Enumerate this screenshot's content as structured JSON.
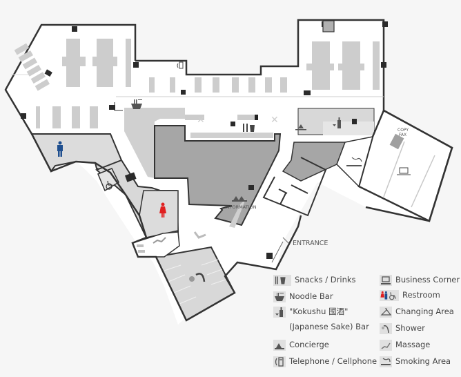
{
  "map": {
    "labels": {
      "information": "INFORMATION",
      "entrance": "ENTRANCE",
      "copy": "COPY",
      "fax": "FAX"
    },
    "colors": {
      "background": "#f6f6f6",
      "wall": "#333333",
      "room_light": "#d8d8d8",
      "room_mid": "#a8a8a8",
      "furniture": "#c8c8c8",
      "pillar": "#2a2a2a",
      "restroom_men": "#1f4f8f",
      "restroom_women": "#e02020"
    }
  },
  "legend": {
    "left": [
      {
        "icon": "snacks-drinks-icon",
        "label": "Snacks / Drinks"
      },
      {
        "icon": "noodle-bar-icon",
        "label": "Noodle Bar"
      },
      {
        "icon": "sake-bar-icon",
        "label": "\"Kokushu 國酒\"",
        "sublabel": "(Japanese Sake) Bar"
      },
      {
        "icon": "concierge-icon",
        "label": "Concierge"
      },
      {
        "icon": "telephone-icon",
        "label": "Telephone / Cellphone"
      }
    ],
    "right": [
      {
        "icon": "business-corner-icon",
        "label": "Business Corner"
      },
      {
        "icon": "restroom-icon",
        "label": "Restroom"
      },
      {
        "icon": "changing-area-icon",
        "label": "Changing Area"
      },
      {
        "icon": "shower-icon",
        "label": "Shower"
      },
      {
        "icon": "massage-icon",
        "label": "Massage"
      },
      {
        "icon": "smoking-area-icon",
        "label": "Smoking Area"
      }
    ]
  }
}
